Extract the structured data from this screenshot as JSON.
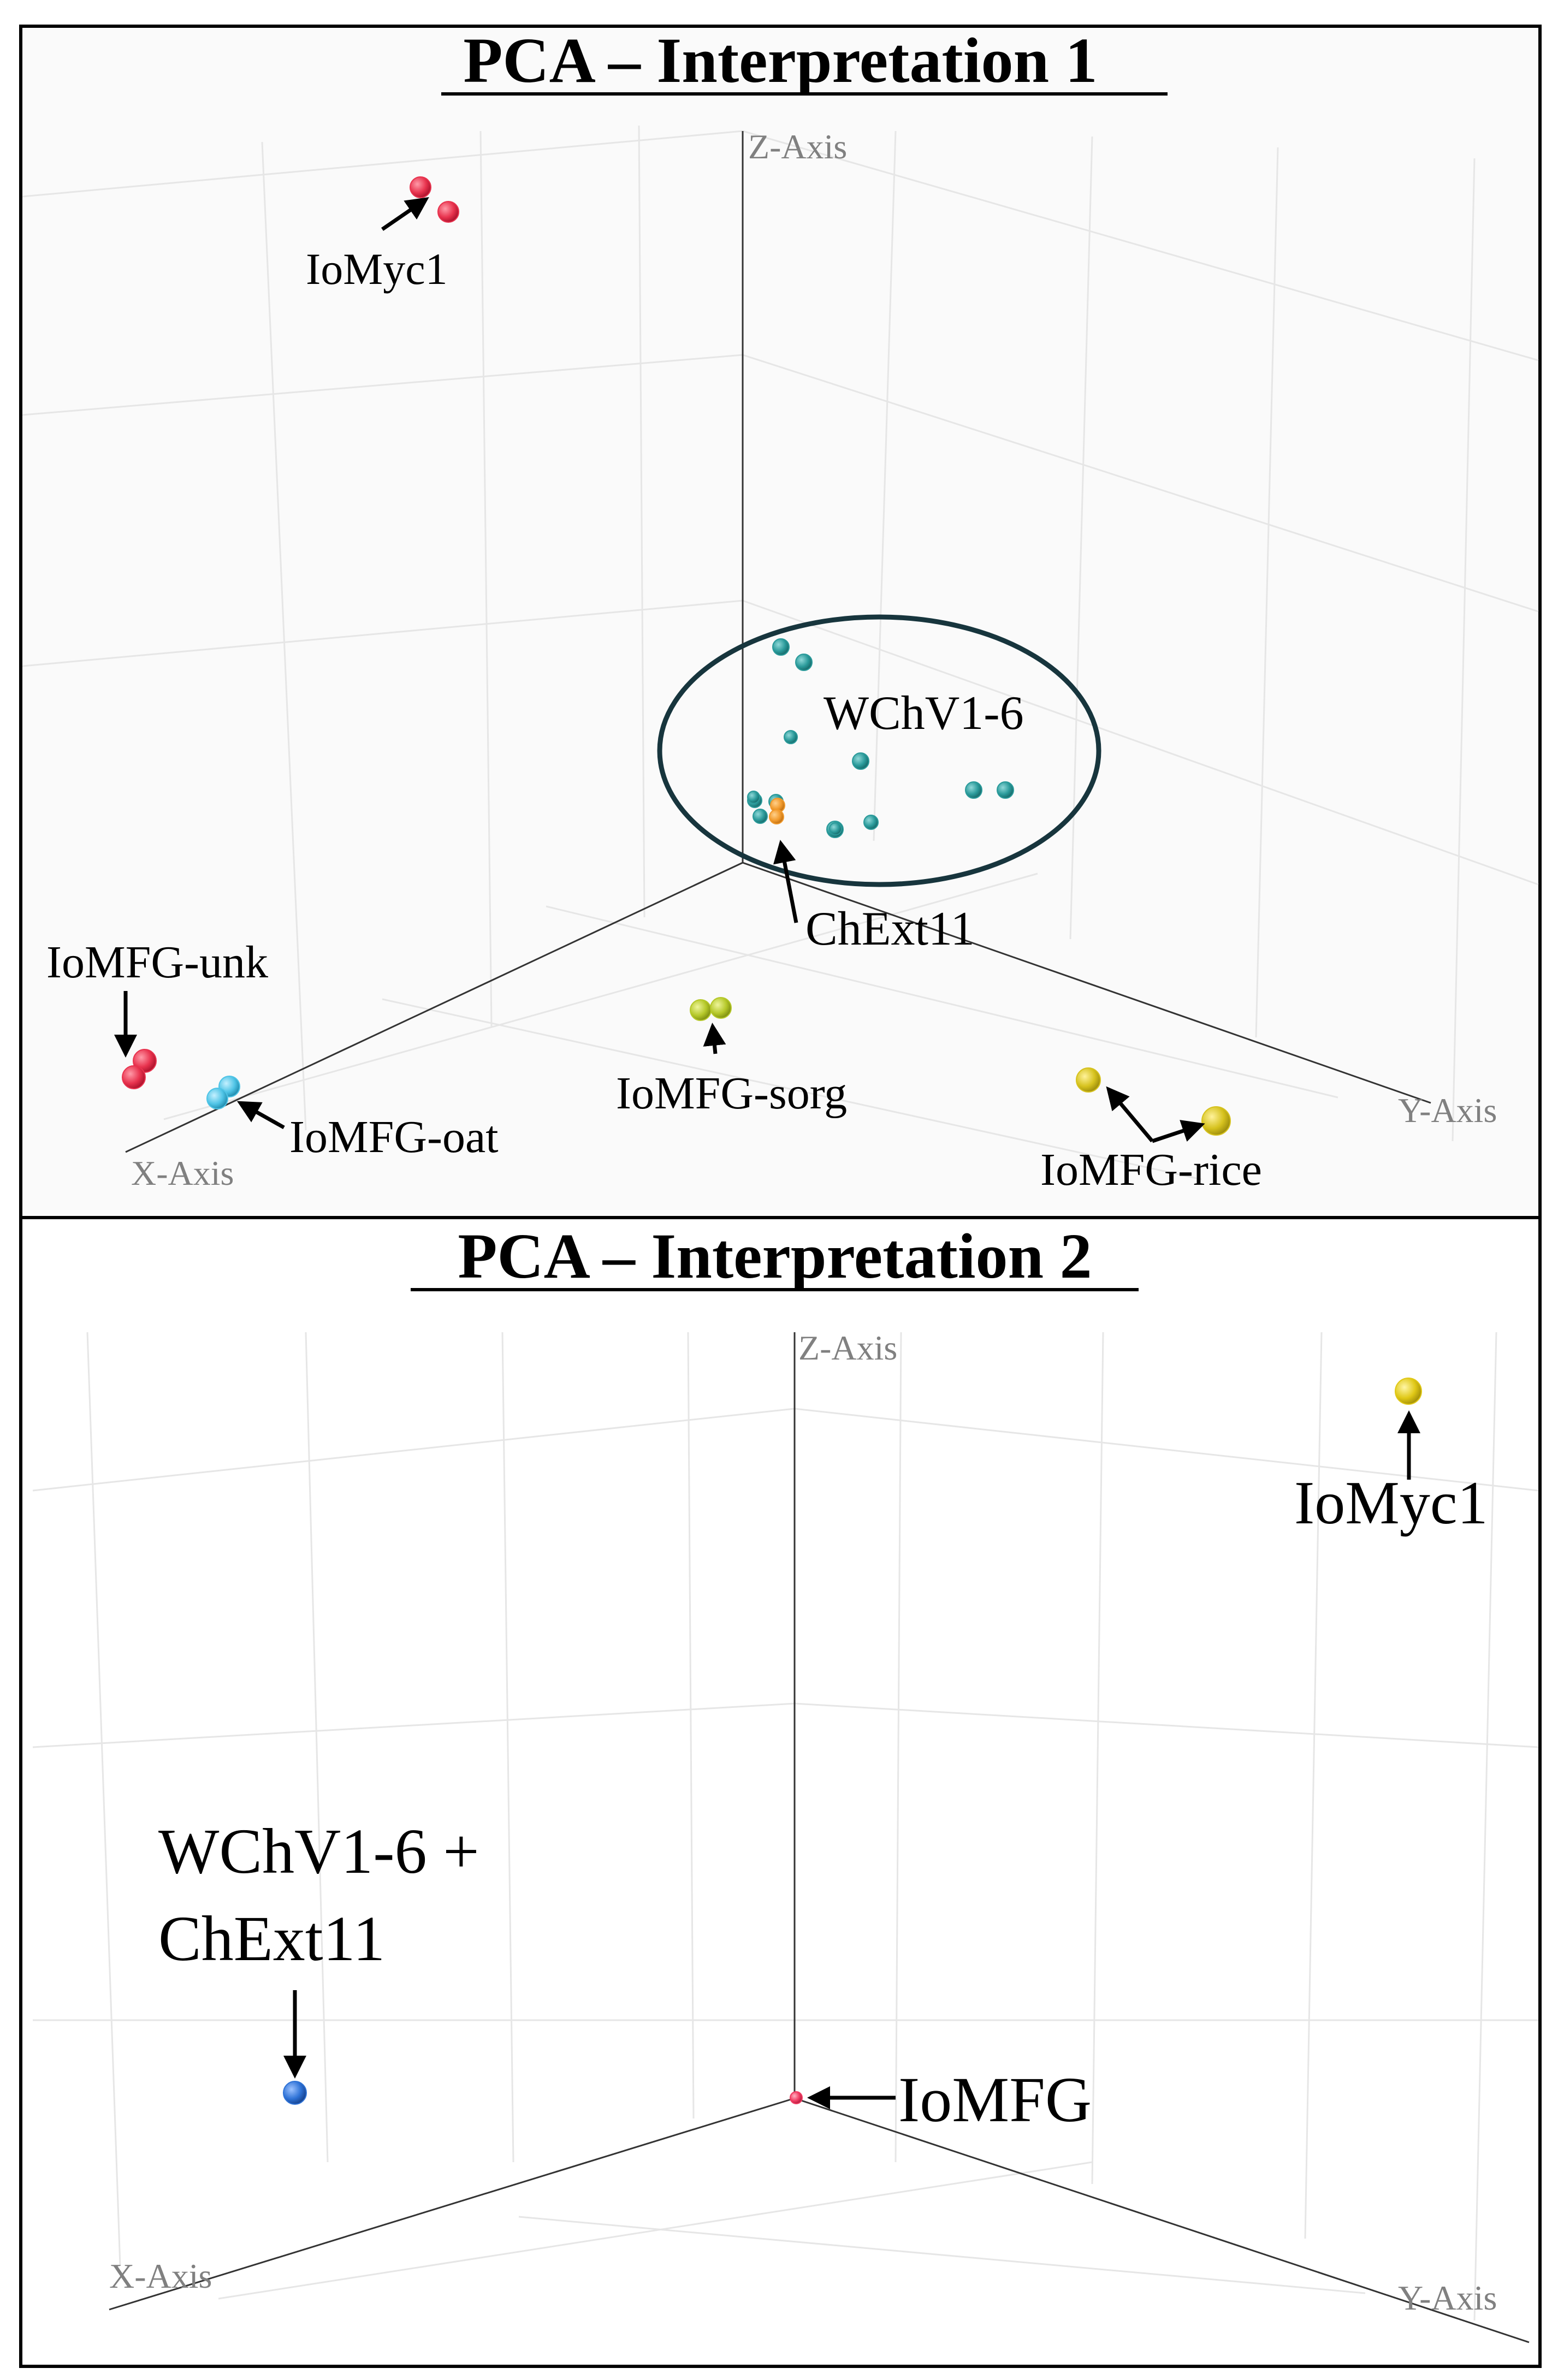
{
  "colors": {
    "red": "#e8334e",
    "teal": "#2a9a9a",
    "orange": "#f19a2c",
    "cyan": "#4fc4e6",
    "lime": "#b5c829",
    "gold": "#d6c21e",
    "blue": "#2e72d6",
    "pink": "#f03b62",
    "yellow": "#e0c816"
  },
  "chart_data": [
    {
      "type": "scatter",
      "title": "PCA – Interpretation 1",
      "axes": {
        "x": "X-Axis",
        "y": "Y-Axis",
        "z": "Z-Axis"
      },
      "grid": true,
      "groups": [
        {
          "name": "IoMyc1",
          "color_key": "red",
          "count": 2
        },
        {
          "name": "WChV1-6",
          "color_key": "teal",
          "count": 13
        },
        {
          "name": "ChExt11",
          "color_key": "orange",
          "count": 2
        },
        {
          "name": "IoMFG-unk",
          "color_key": "red",
          "count": 2
        },
        {
          "name": "IoMFG-oat",
          "color_key": "cyan",
          "count": 2
        },
        {
          "name": "IoMFG-sorg",
          "color_key": "lime",
          "count": 2
        },
        {
          "name": "IoMFG-rice",
          "color_key": "gold",
          "count": 2
        }
      ]
    },
    {
      "type": "scatter",
      "title": "PCA – Interpretation 2",
      "axes": {
        "x": "X-Axis",
        "y": "Y-Axis",
        "z": "Z-Axis"
      },
      "grid": true,
      "groups": [
        {
          "name": "IoMyc1",
          "color_key": "yellow",
          "count": 1
        },
        {
          "name": "WChV1-6 + ChExt11",
          "name_lines": [
            "WChV1-6 +",
            "ChExt11"
          ],
          "color_key": "blue",
          "count": 1
        },
        {
          "name": "IoMFG",
          "color_key": "pink",
          "count": 1
        }
      ]
    }
  ]
}
